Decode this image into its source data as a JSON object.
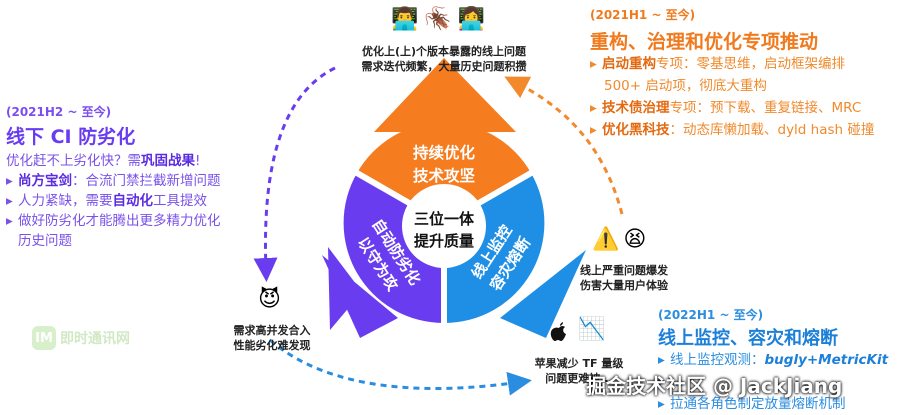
{
  "center": {
    "line1": "三位一体",
    "line2": "提升质量"
  },
  "segments": {
    "top": {
      "line1": "持续优化",
      "line2": "技术攻坚",
      "color": "#f57c1f"
    },
    "left": {
      "line1": "自动防劣化",
      "line2": "以守为攻",
      "color": "#6a3cf0"
    },
    "right": {
      "line1": "线上监控",
      "line2": "容灾熔断",
      "color": "#1f8fe6"
    }
  },
  "left_panel": {
    "date": "(2021H2 ~ 至今)",
    "title": "线下 CI 防劣化",
    "intro": "优化赶不上劣化快？需",
    "intro_bold": "巩固战果",
    "intro_end": "!",
    "items": [
      {
        "bold": "尚方宝剑",
        "text": "：合流门禁拦截新增问题"
      },
      {
        "pre": "人力紧缺，需要",
        "bold": "自动化",
        "text": "工具提效"
      },
      {
        "text": "做好防劣化才能腾出更多精力优化"
      },
      {
        "text": "历史问题"
      }
    ]
  },
  "top_right_panel": {
    "date": "(2021H1 ~ 至今)",
    "title": "重构、治理和优化专项推动",
    "items": [
      {
        "bold": "启动重构",
        "text": "专项：零基思维，启动框架编排"
      },
      {
        "text": "500+ 启动项，彻底大重构"
      },
      {
        "bold": "技术债治理",
        "text": "专项：预下载、重复链接、MRC"
      },
      {
        "bold": "优化黑科技",
        "text": "：动态库懒加载、dyld hash 碰撞"
      }
    ]
  },
  "bottom_right_panel": {
    "date": "(2022H1 ~ 至今)",
    "title": "线上监控、容灾和熔断",
    "items": [
      {
        "text": "线上监控观测：",
        "ital": "bugly+MetricKit"
      },
      {
        "text": "…"
      },
      {
        "text": "拉通各角色制定放量熔断机制"
      }
    ]
  },
  "labels": {
    "top_issue": [
      "优化上(上)个版本暴露的线上问题",
      "需求迭代频繁，大量历史问题积攒"
    ],
    "right_issue": [
      "线上严重问题爆发",
      "伤害大量用户体验"
    ],
    "left_issue": [
      "需求高并发合入",
      "性能劣化难发现"
    ],
    "bottom_issue": [
      "苹果减少 TF 量级",
      "问题更难被..."
    ]
  },
  "emojis": {
    "top": [
      "👨‍💻",
      "🪳",
      "👩‍💻"
    ],
    "right": [
      "⚠️",
      "😫"
    ],
    "left": [
      "😈"
    ],
    "bottom": [
      "",
      "📉"
    ]
  },
  "watermark": "掘金技术社区 @ JackJiang",
  "logo": {
    "mark": "IM",
    "text": "即时通讯网"
  }
}
